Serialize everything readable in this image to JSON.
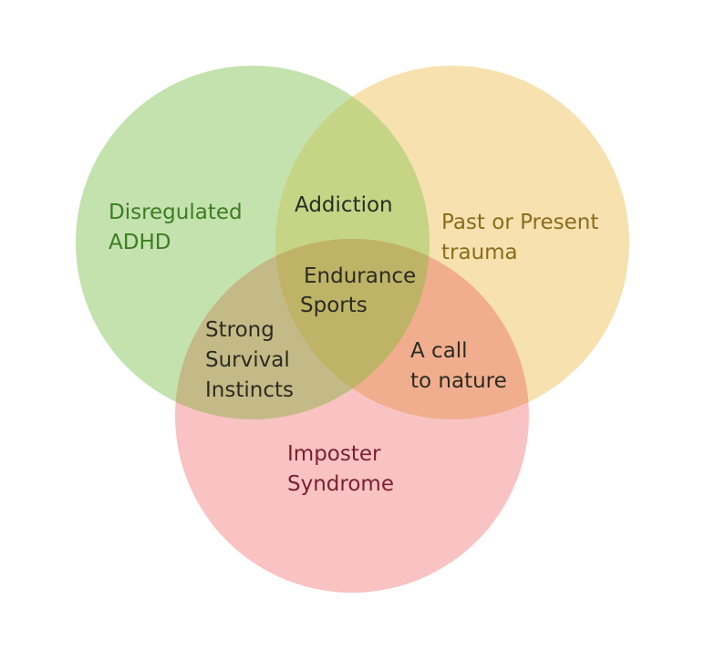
{
  "sets": {
    "adhd": {
      "lines": [
        "Disregulated",
        "ADHD"
      ],
      "color": "#c3e2ae",
      "text_color": "#3d7d21"
    },
    "trauma": {
      "lines": [
        "Past or Present",
        "trauma"
      ],
      "color": "#f7e1af",
      "text_color": "#8a6c1c"
    },
    "imposter": {
      "lines": [
        "Imposter",
        "Syndrome"
      ],
      "color": "#f8c3c2",
      "text_color": "#7b2030"
    }
  },
  "intersections": {
    "adhd_trauma": {
      "lines": [
        "Addiction"
      ],
      "color": "#c5d585"
    },
    "adhd_imposter": {
      "lines": [
        "Strong",
        "Survival",
        "Instincts"
      ],
      "color": "#c4ba87"
    },
    "trauma_imposter": {
      "lines": [
        "A call",
        "to nature"
      ],
      "color": "#f1ae8e"
    },
    "all": {
      "lines": [
        "Endurance",
        "Sports"
      ],
      "color": "#beb366"
    }
  },
  "label_color": "#2b2b22"
}
